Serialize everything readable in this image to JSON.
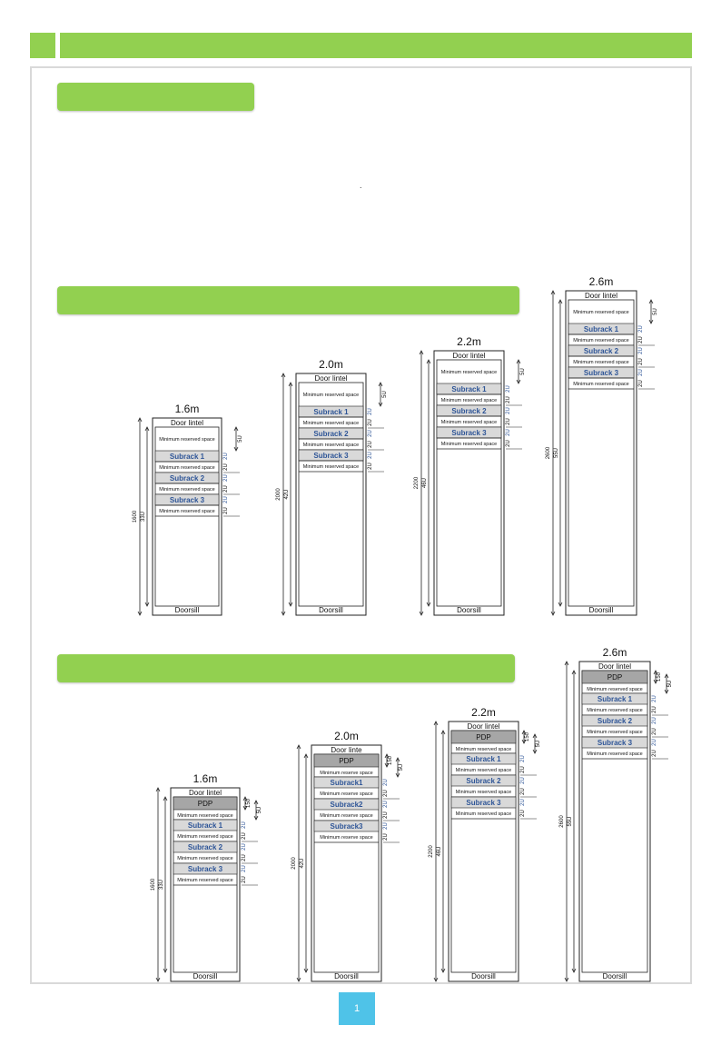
{
  "labels": {
    "door_lintel": "Door lintel",
    "door_lintel_alt": "Door linte",
    "doorsill": "Doorsill",
    "min_reserved": "Minimum reserved space",
    "min_reserve": "Minimum reserve space",
    "pdp": "PDP",
    "dot": ".",
    "page_number": "1"
  },
  "set1": [
    {
      "title": "1.6m",
      "height": "1600",
      "units": "33U",
      "subracks": [
        "Subrack 1",
        "Subrack 2",
        "Subrack 3"
      ],
      "mins": [
        "Minimum reserved space",
        "Minimum reserved space",
        "Minimum reserved space",
        "Minimum reserved space"
      ],
      "top_u": "5U",
      "u": [
        "2U",
        "2U",
        "2U",
        "2U",
        "2U",
        "2U"
      ]
    },
    {
      "title": "2.0m",
      "height": "2000",
      "units": "42U",
      "subracks": [
        "Subrack 1",
        "Subrack 2",
        "Subrack 3"
      ],
      "mins": [
        "Minimum reserved space",
        "Minimum reserved space",
        "Minimum reserved space",
        "Minimum reserved space"
      ],
      "top_u": "5U",
      "u": [
        "2U",
        "2U",
        "2U",
        "2U",
        "2U",
        "2U"
      ]
    },
    {
      "title": "2.2m",
      "height": "2200",
      "units": "46U",
      "subracks": [
        "Subrack 1",
        "Subrack 2",
        "Subrack 3"
      ],
      "mins": [
        "Minimum reserved space",
        "Minimum reserved space",
        "Minimum reserved space",
        "Minimum reserved space"
      ],
      "top_u": "5U",
      "u": [
        "2U",
        "2U",
        "2U",
        "2U",
        "2U",
        "2U"
      ]
    },
    {
      "title": "2.6m",
      "height": "2600",
      "units": "55U",
      "subracks": [
        "Subrack 1",
        "Subrack 2",
        "Subrack 3"
      ],
      "mins": [
        "Minimum reserved space",
        "Minimum reserved space",
        "Minimum reserved space",
        "Minimum reserved space"
      ],
      "top_u": "5U",
      "u": [
        "2U",
        "2U",
        "2U",
        "2U",
        "2U",
        "2U"
      ]
    }
  ],
  "set2": [
    {
      "title": "1.6m",
      "height": "1600",
      "units": "33U",
      "lintel": "Door lintel",
      "subracks": [
        "Subrack 1",
        "Subrack 2",
        "Subrack 3"
      ],
      "mins": [
        "Minimum reserved space",
        "Minimum reserved space",
        "Minimum reserved space",
        "Minimum reserved space"
      ],
      "top_mm": "150",
      "top_u": "5U",
      "u": [
        "2U",
        "2U",
        "2U",
        "2U",
        "2U",
        "2U"
      ]
    },
    {
      "title": "2.0m",
      "height": "2000",
      "units": "42U",
      "lintel": "Door linte",
      "subracks": [
        "Subrack1",
        "Subrack2",
        "Subrack3"
      ],
      "mins": [
        "Minimum reserve space",
        "Minimum reserve space",
        "Minimum reserve space",
        "Minimum reserve space"
      ],
      "top_mm": "150",
      "top_u": "5U",
      "u": [
        "2U",
        "2U",
        "2U",
        "2U",
        "2U",
        "2U"
      ]
    },
    {
      "title": "2.2m",
      "height": "2200",
      "units": "46U",
      "lintel": "Door lintel",
      "subracks": [
        "Subrack 1",
        "Subrack 2",
        "Subrack 3"
      ],
      "mins": [
        "Minimum reserved space",
        "Minimum reserved space",
        "Minimum reserved space",
        "Minimum reserved space"
      ],
      "top_mm": "150",
      "top_u": "5U",
      "u": [
        "2U",
        "2U",
        "2U",
        "2U",
        "2U",
        "2U"
      ]
    },
    {
      "title": "2.6m",
      "height": "2600",
      "units": "55U",
      "lintel": "Door lintel",
      "subracks": [
        "Subrack 1",
        "Subrack 2",
        "Subrack 3"
      ],
      "mins": [
        "Minimum reserved space",
        "Minimum reserved space",
        "Minimum reserved space",
        "Minimum reserved space"
      ],
      "top_mm": "150",
      "top_u": "5U",
      "u": [
        "2U",
        "2U",
        "2U",
        "2U",
        "2U",
        "2U"
      ]
    }
  ]
}
